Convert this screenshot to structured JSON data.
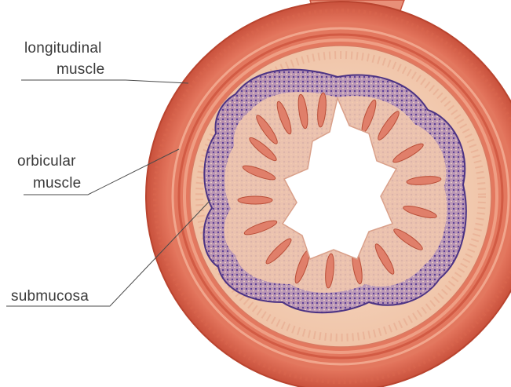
{
  "labels": {
    "longitudinal_muscle_line1": "longitudinal",
    "longitudinal_muscle_line2": "muscle",
    "orbicular_muscle_line1": "orbicular",
    "orbicular_muscle_line2": "muscle",
    "submucosa": "submucosa"
  },
  "colors": {
    "muscle_outer": "#d9604a",
    "muscle_light": "#ee9f86",
    "submucosa": "#f6d8c2",
    "mucosa_purple": "#6a4fa0",
    "villi": "#e07f6a",
    "leader_line": "#4a4a4a",
    "label_text": "#3a3a3a"
  }
}
